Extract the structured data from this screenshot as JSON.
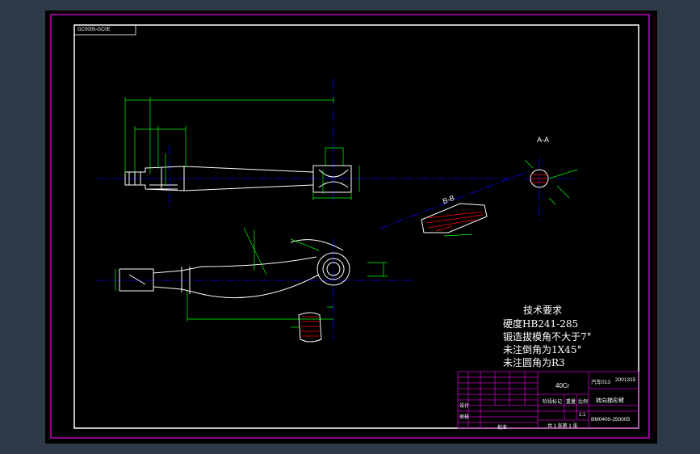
{
  "drawing": {
    "corner_tag": "GC0005-GC0E",
    "section_aa_label": "A-A",
    "section_bb_label": "B-B",
    "tech_requirements": {
      "title": "技术要求",
      "lines": [
        "硬度HB241-285",
        "锻造拔模角不大于7°",
        "未注倒角为1X45°",
        "未注圆角为R3"
      ]
    },
    "title_block": {
      "material": "40Cr",
      "school": "汽车013",
      "student_no": "2001315",
      "part_name": "转向梯形臂",
      "drawing_no": "BM0400-250005",
      "scale": "1:1",
      "sheet": "共 1 张第 1 张",
      "designed": "设计",
      "checked": "审核",
      "approved": "批准",
      "stage_mark": "阶段标记",
      "weight": "重量",
      "ratio": "比例"
    },
    "colors": {
      "background": "#2e3a48",
      "sheet": "#000000",
      "frame": "#c000c0",
      "geometry": "#ffffff",
      "dimension": "#00ff00",
      "centerline": "#0000ff",
      "hatch": "#ff0000"
    }
  }
}
